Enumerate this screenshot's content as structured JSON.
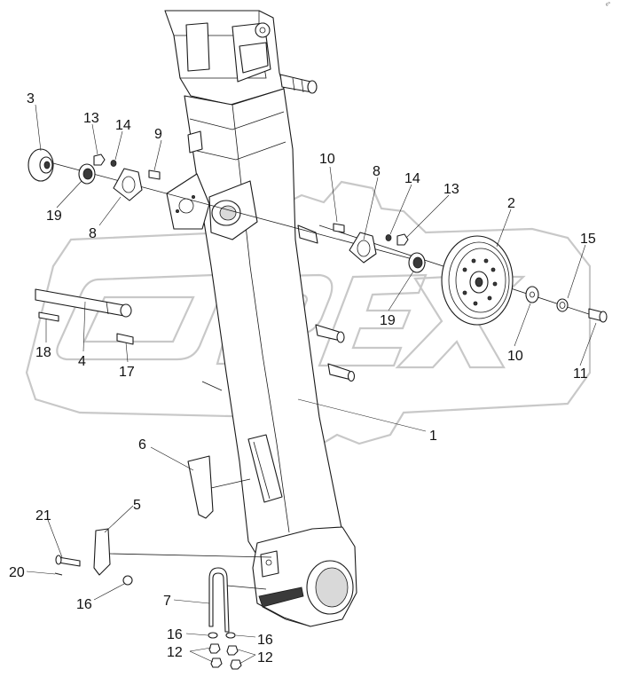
{
  "corner_mark": "ᵉ˜",
  "watermark": {
    "text": "OPEX"
  },
  "callouts": [
    {
      "id": "c1",
      "text": "1"
    },
    {
      "id": "c2",
      "text": "2"
    },
    {
      "id": "c3",
      "text": "3"
    },
    {
      "id": "c4",
      "text": "4"
    },
    {
      "id": "c5",
      "text": "5"
    },
    {
      "id": "c6",
      "text": "6"
    },
    {
      "id": "c7",
      "text": "7"
    },
    {
      "id": "c8a",
      "text": "8"
    },
    {
      "id": "c8b",
      "text": "8"
    },
    {
      "id": "c9",
      "text": "9"
    },
    {
      "id": "c10a",
      "text": "10"
    },
    {
      "id": "c10b",
      "text": "10"
    },
    {
      "id": "c11",
      "text": "11"
    },
    {
      "id": "c12a",
      "text": "12"
    },
    {
      "id": "c12b",
      "text": "12"
    },
    {
      "id": "c13a",
      "text": "13"
    },
    {
      "id": "c13b",
      "text": "13"
    },
    {
      "id": "c14a",
      "text": "14"
    },
    {
      "id": "c14b",
      "text": "14"
    },
    {
      "id": "c15",
      "text": "15"
    },
    {
      "id": "c16a",
      "text": "16"
    },
    {
      "id": "c16b",
      "text": "16"
    },
    {
      "id": "c16c",
      "text": "16"
    },
    {
      "id": "c17",
      "text": "17"
    },
    {
      "id": "c18",
      "text": "18"
    },
    {
      "id": "c19a",
      "text": "19"
    },
    {
      "id": "c19b",
      "text": "19"
    },
    {
      "id": "c20",
      "text": "20"
    },
    {
      "id": "c21",
      "text": "21"
    }
  ]
}
